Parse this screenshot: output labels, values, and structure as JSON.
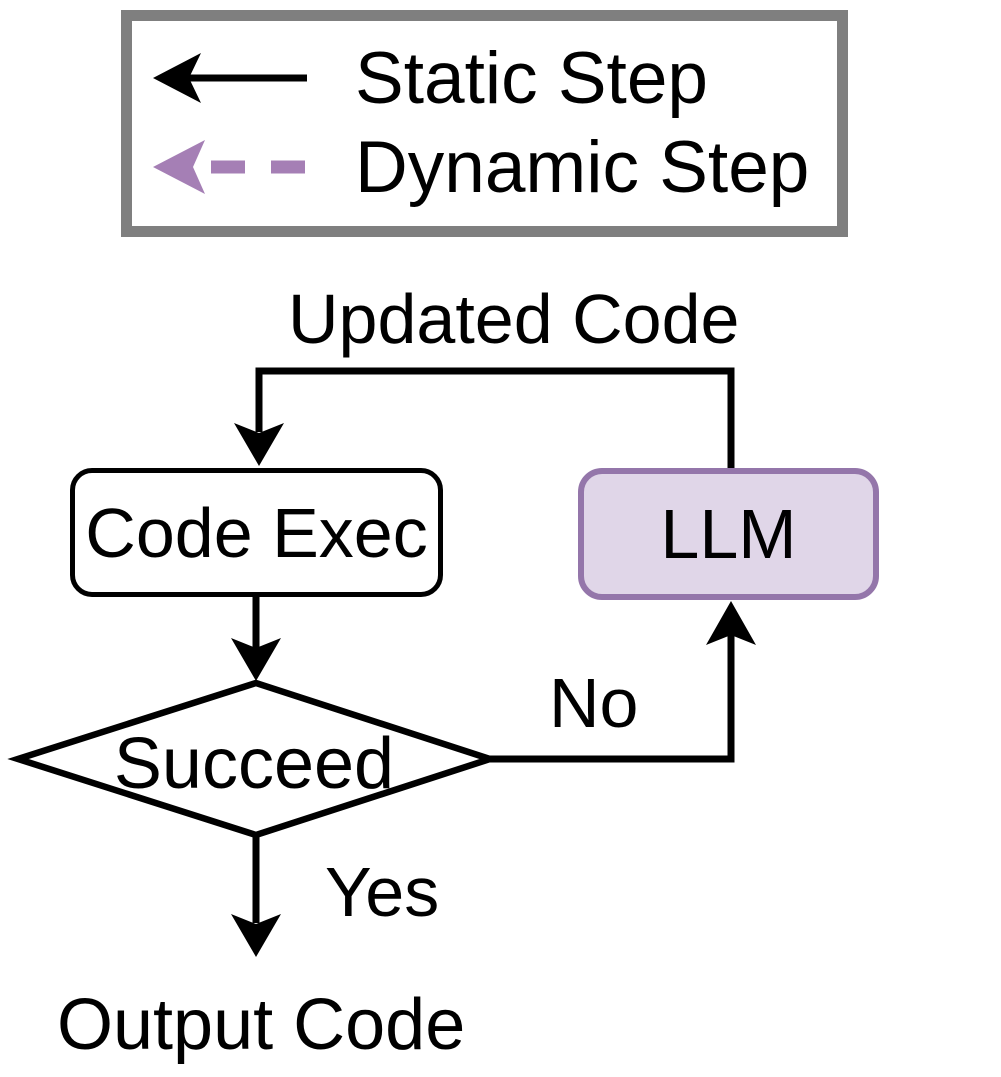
{
  "legend": {
    "border_color": "#7f7f7f",
    "items": [
      {
        "label": "Static Step",
        "style": "solid",
        "arrow_color": "#000000"
      },
      {
        "label": "Dynamic Step",
        "style": "dashed",
        "arrow_color": "#a57fb5"
      }
    ]
  },
  "flowchart": {
    "edge_label_top": "Updated Code",
    "nodes": [
      {
        "id": "code-exec",
        "type": "process",
        "label": "Code Exec",
        "fill": "#ffffff",
        "border": "#000000"
      },
      {
        "id": "llm",
        "type": "process",
        "label": "LLM",
        "fill": "#e0d6e8",
        "border": "#9476aa"
      },
      {
        "id": "succeed",
        "type": "decision",
        "label": "Succeed",
        "fill": "#ffffff",
        "border": "#000000"
      }
    ],
    "branch_labels": {
      "no": "No",
      "yes": "Yes"
    },
    "output_label": "Output Code",
    "line_color": "#000000"
  }
}
